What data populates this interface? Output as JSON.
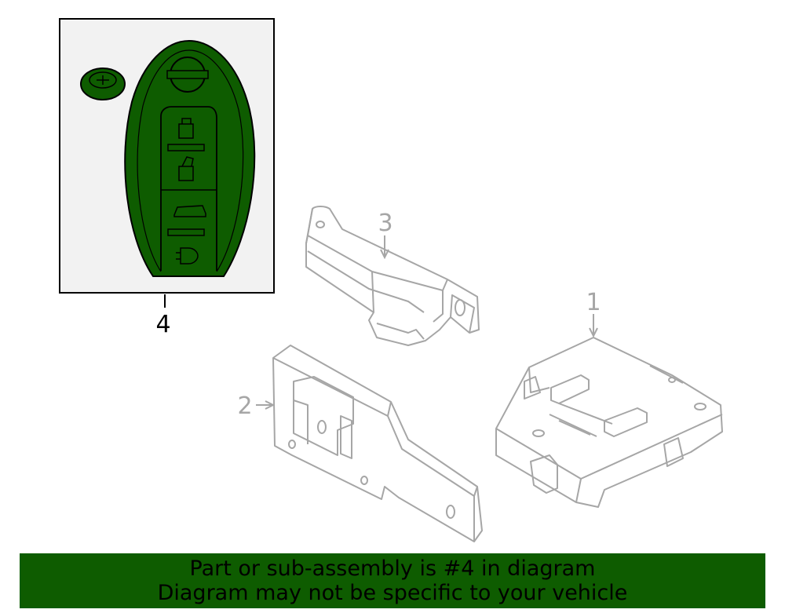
{
  "colors": {
    "highlight": "#0e5c00",
    "banner_bg": "#0e5c00",
    "inset_bg": "#f2f2f2",
    "part_line": "#a6a6a6",
    "inset_border": "#000000"
  },
  "callouts": {
    "part_1": "1",
    "part_2": "2",
    "part_3": "3",
    "part_4": "4"
  },
  "banner": {
    "line1": "Part or sub-assembly is #4 in diagram",
    "line2": "Diagram may not be specific to your vehicle"
  },
  "icons": [
    "battery-coin-icon",
    "lock-icon",
    "unlock-icon",
    "trunk-icon",
    "panic-horn-icon",
    "nissan-logo-icon"
  ]
}
